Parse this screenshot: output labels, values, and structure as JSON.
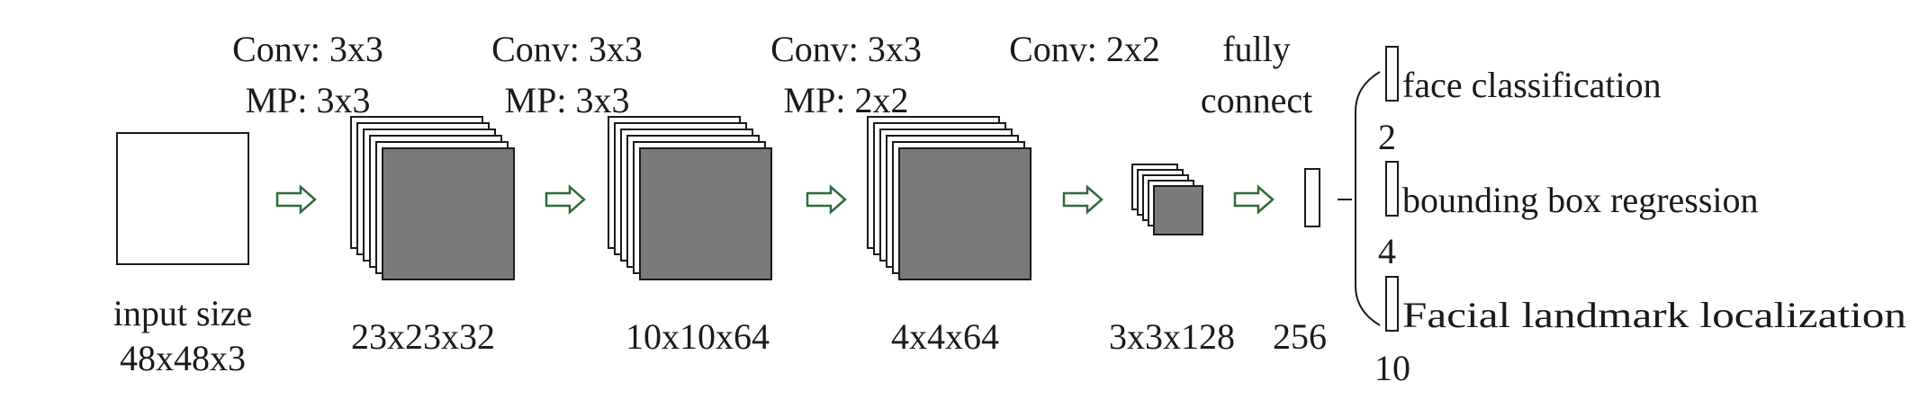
{
  "layers": [
    {
      "op_lines": [
        "Conv: 3x3",
        "MP: 3x3"
      ],
      "dims": "23x23x32"
    },
    {
      "op_lines": [
        "Conv: 3x3",
        "MP: 3x3"
      ],
      "dims": "10x10x64"
    },
    {
      "op_lines": [
        "Conv: 3x3",
        "MP: 2x2"
      ],
      "dims": "4x4x64"
    },
    {
      "op_lines": [
        "Conv: 2x2"
      ],
      "dims": "3x3x128"
    }
  ],
  "input": {
    "label_line1": "input size",
    "label_line2": "48x48x3"
  },
  "fc": {
    "label_line1": "fully",
    "label_line2": "connect",
    "size": "256"
  },
  "outputs": [
    {
      "label": "face classification",
      "size": "2"
    },
    {
      "label": "bounding box regression",
      "size": "4"
    },
    {
      "label": "Facial landmark localization",
      "size": "10"
    }
  ],
  "colors": {
    "feature_map_front": "#7a7a7a",
    "feature_map_back": "#ffffff",
    "arrow": "#2e6b3a",
    "stroke": "#1a1a1a"
  }
}
